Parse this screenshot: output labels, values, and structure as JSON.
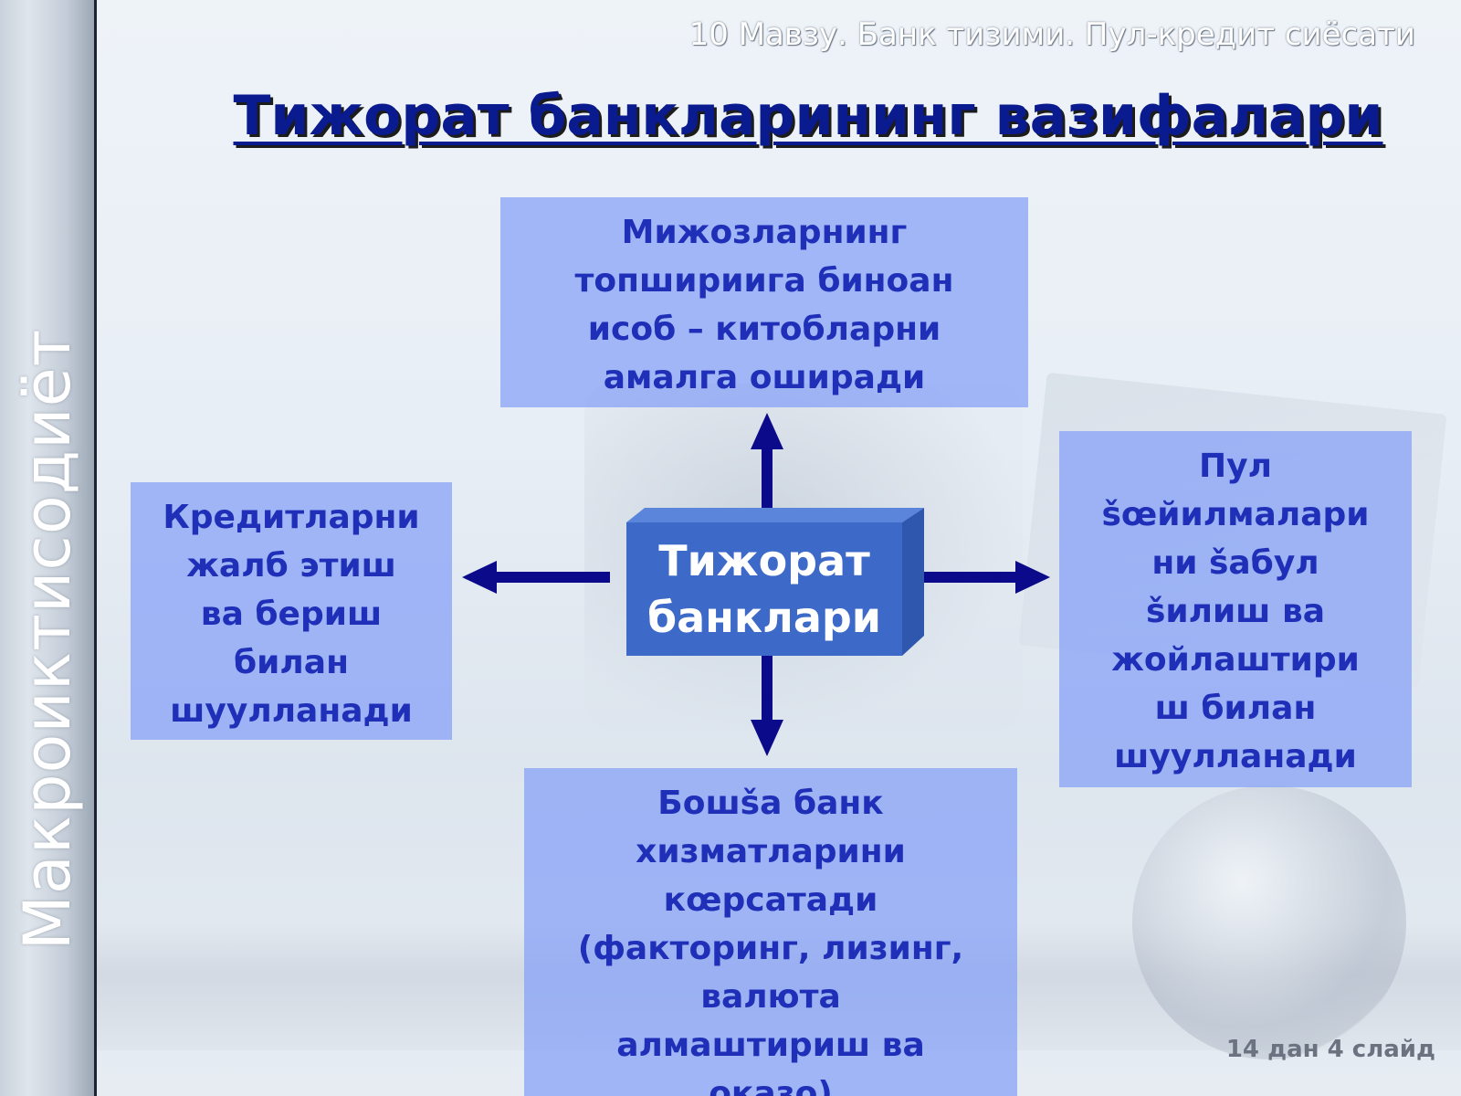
{
  "slide": {
    "topic": "10 Мавзу. Банк тизими. Пул-кредит сиёсати",
    "sidebar_text": "Макроиктисодиёт",
    "title": "Тижорат банкларининг вазифалари",
    "footer": "14 дан 4 слайд"
  },
  "diagram": {
    "center": "Тижорат\nбанклари",
    "top": "Мижозларнинг\nтопшириига биноан\nисоб – китобларни\nамалга оширади",
    "left": "Кредитларни\nжалб этиш\nва бериш\nбилан\nшуулланади",
    "right": "Пул\nšœйилмалари\nни šабул\nšилиш ва\nжойлаштири\nш билан\nшуулланади",
    "bottom": "Бошšа банк\nхизматларини\nкœрсатади\n(факторинг, лизинг,\nвалюта\nалмаштириш ва\nоказо)"
  },
  "colors": {
    "box_fill": "#84a0f6",
    "box_text": "#1f2fb8",
    "center_fill": "#3d69c8",
    "arrow": "#0a0a8a",
    "title": "#0a1a8f"
  }
}
